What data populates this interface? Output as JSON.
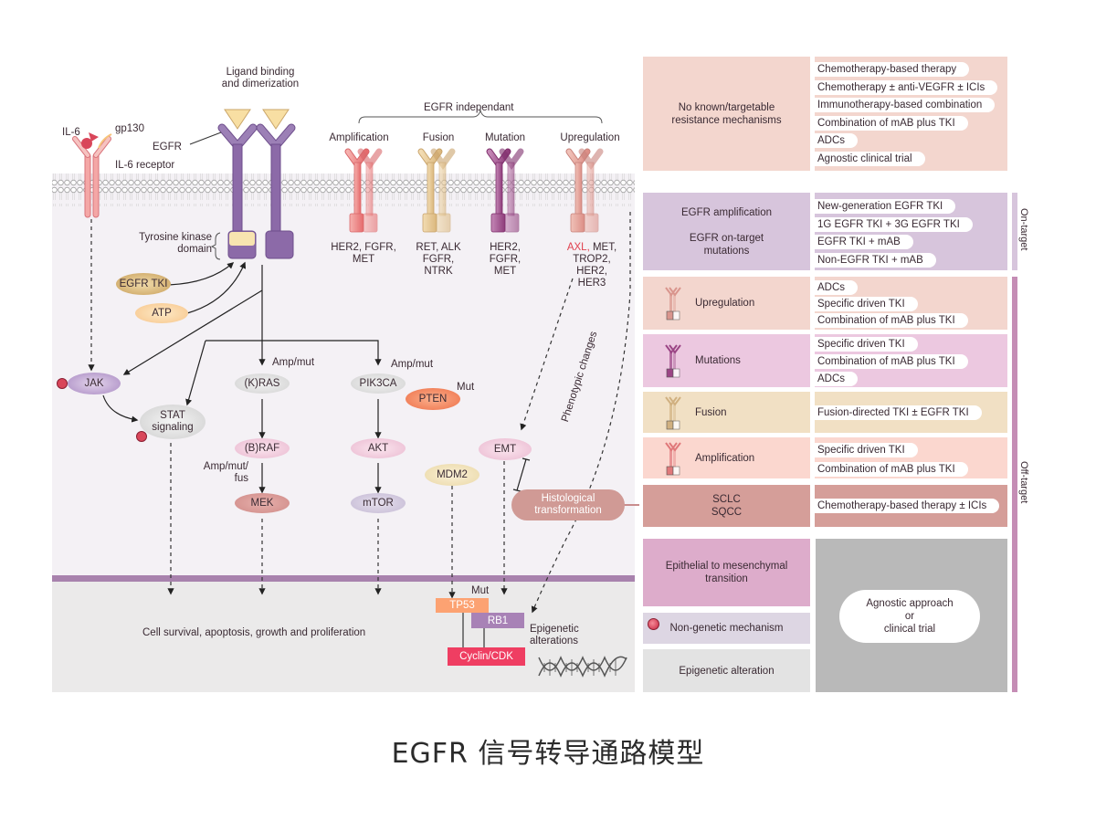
{
  "caption": "EGFR 信号转导通路模型",
  "colors": {
    "egfr_purple": "#8a6aa6",
    "ligand_yellow": "#f7dfa0",
    "il6_red": "#d9465a",
    "amplification": "#f08a8a",
    "fusion": "#e5c58f",
    "mutation": "#a24d8a",
    "upregulation": "#e5a39a",
    "nucleus_bar": "#a882ad",
    "cytoplasm_bg": "#f4f1f5",
    "nucleus_bg": "#ebeaea",
    "row_none": "#f3d6ce",
    "row_on_target": "#d7c5dc",
    "row_upregulation": "#f3d6ce",
    "row_mutations": "#ecc8e0",
    "row_fusion": "#f1e0c4",
    "row_amplification": "#fbd7cf",
    "row_histology": "#d59e99",
    "row_emt": "#ddaccb",
    "row_nongenetic": "#ddd6e3",
    "row_epigenetic": "#e3e3e3",
    "agnostic_bg": "#b9b9b9",
    "on_target_bar": "#d7c5dc",
    "off_target_bar": "#c58db5"
  },
  "diagram": {
    "ligand_label": [
      "Ligand binding",
      "and dimerization"
    ],
    "egfr_independent_label": "EGFR independant",
    "il6_label": "IL-6",
    "gp130_label": "gp130",
    "egfr_label": "EGFR",
    "il6_receptor_label": "IL-6 receptor",
    "tk_domain_label": [
      "Tyrosine kinase",
      "domain"
    ],
    "receptor_groups": [
      {
        "title": "Amplification",
        "genes": [
          "HER2, FGFR,",
          "MET"
        ]
      },
      {
        "title": "Fusion",
        "genes": [
          "RET, ALK",
          "FGFR,",
          "NTRK"
        ]
      },
      {
        "title": "Mutation",
        "genes": [
          "HER2,",
          "FGFR,",
          "MET"
        ]
      },
      {
        "title": "Upregulation",
        "genes_highlight": "AXL,",
        "genes": [
          " MET,",
          "TROP2,",
          "HER2,",
          "HER3"
        ]
      }
    ],
    "nodes": {
      "egfr_tki": "EGFR TKI",
      "atp": "ATP",
      "jak": "JAK",
      "stat": [
        "STAT",
        "signaling"
      ],
      "kras": "(K)RAS",
      "braf": "(B)RAF",
      "mek": "MEK",
      "pik3ca": "PIK3CA",
      "pten": "PTEN",
      "akt": "AKT",
      "mtor": "mTOR",
      "mdm2": "MDM2",
      "emt": "EMT",
      "histological": [
        "Histological",
        "transformation"
      ],
      "tp53": "TP53",
      "rb1": "RB1",
      "cyclin_cdk": "Cyclin/CDK"
    },
    "annotations": {
      "amp_mut_kras": "Amp/mut",
      "amp_mut_pik3ca": "Amp/mut",
      "amp_mut_fus": [
        "Amp/mut/",
        "fus"
      ],
      "pten_mut": "Mut",
      "tp53_mut": "Mut",
      "phenotypic_changes": "Phenotypic changes",
      "epigenetic_alterations": [
        "Epigenetic",
        "alterations"
      ],
      "cell_survival": "Cell survival, apoptosis, growth and proliferation"
    }
  },
  "table": {
    "rows": [
      {
        "id": "no-known",
        "label": [
          "No known/targetable",
          "resistance mechanisms"
        ],
        "therapies": [
          "Chemotherapy-based therapy",
          "Chemotherapy ± anti-VEGFR ± ICIs",
          "Immunotherapy-based combination",
          "Combination of mAB plus TKI",
          "ADCs",
          "Agnostic clinical trial"
        ]
      },
      {
        "id": "on-target",
        "label": [
          "EGFR amplification",
          "",
          "EGFR on-target",
          "mutations"
        ],
        "therapies": [
          "New-generation EGFR TKI",
          "1G EGFR TKI + 3G EGFR TKI",
          "EGFR TKI + mAB",
          "Non-EGFR TKI + mAB"
        ]
      },
      {
        "id": "upregulation",
        "label": [
          "Upregulation"
        ],
        "therapies": [
          "ADCs",
          "Specific driven TKI",
          "Combination of mAB plus TKI"
        ]
      },
      {
        "id": "mutations",
        "label": [
          "Mutations"
        ],
        "therapies": [
          "Specific driven TKI",
          "Combination of mAB plus TKI",
          "ADCs"
        ]
      },
      {
        "id": "fusion",
        "label": [
          "Fusion"
        ],
        "therapies": [
          "Fusion-directed TKI ± EGFR TKI"
        ]
      },
      {
        "id": "amplification",
        "label": [
          "Amplification"
        ],
        "therapies": [
          "Specific driven TKI",
          "Combination of mAB plus TKI"
        ]
      },
      {
        "id": "histology",
        "label": [
          "SCLC",
          "SQCC"
        ],
        "therapies": [
          "Chemotherapy-based therapy ± ICIs"
        ]
      },
      {
        "id": "emt",
        "label": [
          "Epithelial to mesenchymal",
          "transition"
        ]
      },
      {
        "id": "non-genetic",
        "label": [
          "Non-genetic mechanism"
        ]
      },
      {
        "id": "epigenetic",
        "label": [
          "Epigenetic alteration"
        ]
      }
    ],
    "agnostic": [
      "Agnostic approach",
      "or",
      "clinical trial"
    ],
    "on_target_label": "On-target",
    "off_target_label": "Off-target"
  }
}
